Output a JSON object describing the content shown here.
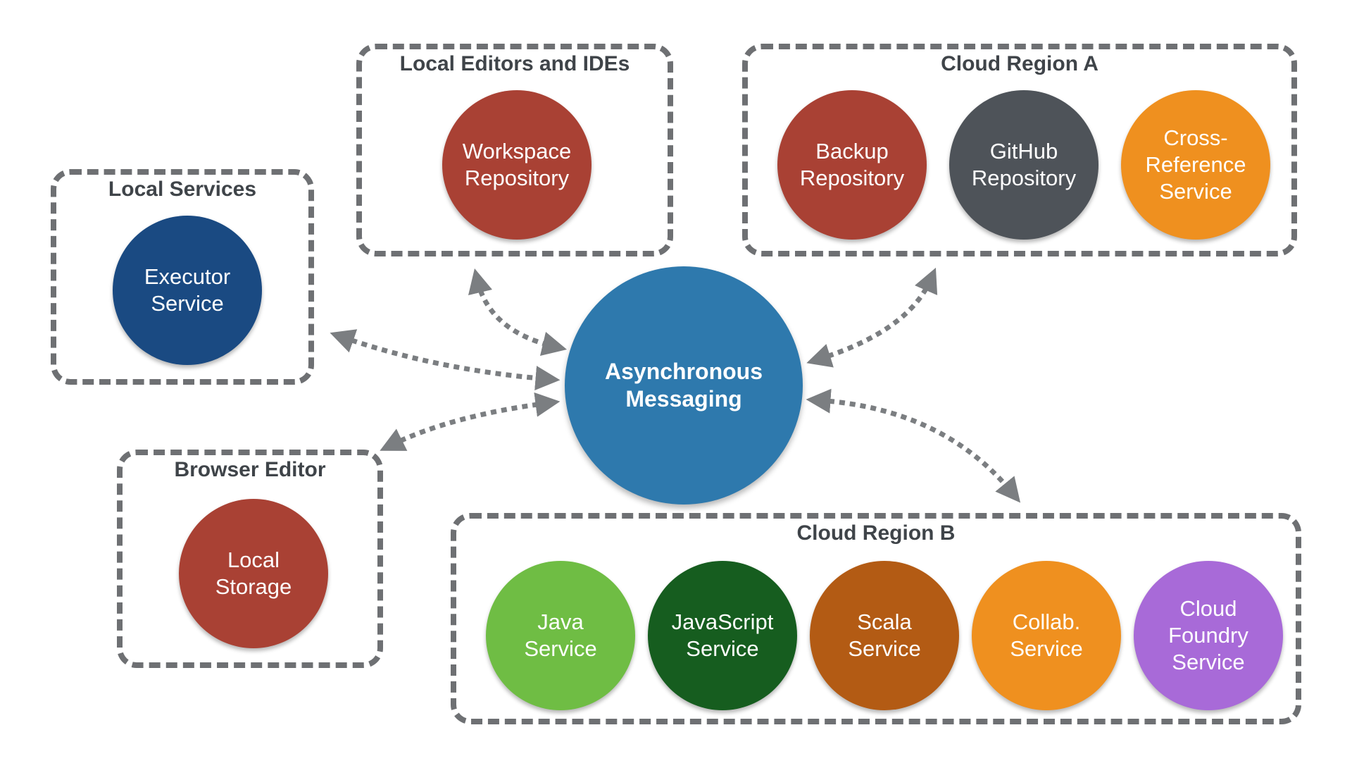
{
  "hub": {
    "label_line1": "Asynchronous",
    "label_line2": "Messaging",
    "color": "#2e79ad"
  },
  "groups": {
    "local_services": {
      "title": "Local Services"
    },
    "local_editors": {
      "title": "Local Editors and IDEs"
    },
    "cloud_region_a": {
      "title": "Cloud Region A"
    },
    "browser_editor": {
      "title": "Browser Editor"
    },
    "cloud_region_b": {
      "title": "Cloud Region B"
    }
  },
  "nodes": {
    "executor": {
      "line1": "Executor",
      "line2": "Service",
      "color": "#1a4a82"
    },
    "workspace": {
      "line1": "Workspace",
      "line2": "Repository",
      "color": "#a94134"
    },
    "backup": {
      "line1": "Backup",
      "line2": "Repository",
      "color": "#a94134"
    },
    "github": {
      "line1": "GitHub",
      "line2": "Repository",
      "color": "#4e5359"
    },
    "xref": {
      "line1": "Cross-",
      "line2": "Reference",
      "line3": "Service",
      "color": "#ef901f"
    },
    "local_storage": {
      "line1": "Local",
      "line2": "Storage",
      "color": "#a94134"
    },
    "java": {
      "line1": "Java",
      "line2": "Service",
      "color": "#6fbd44"
    },
    "javascript": {
      "line1": "JavaScript",
      "line2": "Service",
      "color": "#165d1f"
    },
    "scala": {
      "line1": "Scala",
      "line2": "Service",
      "color": "#b35b14"
    },
    "collab": {
      "line1": "Collab.",
      "line2": "Service",
      "color": "#ef901f"
    },
    "cloudfoundry": {
      "line1": "Cloud",
      "line2": "Foundry",
      "line3": "Service",
      "color": "#a86ad8"
    }
  },
  "colors": {
    "border": "#6e7073",
    "arrow": "#7b7e81",
    "title_text": "#3f4449"
  }
}
